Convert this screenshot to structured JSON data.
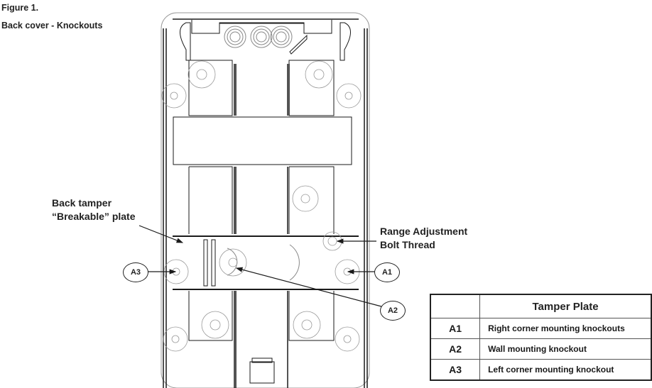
{
  "figure": {
    "number": "Figure 1.",
    "caption": "Back cover - Knockouts"
  },
  "annotations": {
    "back_tamper_line1": "Back tamper",
    "back_tamper_line2": "“Breakable” plate",
    "range_adjust_line1": "Range Adjustment",
    "range_adjust_line2": "Bolt Thread"
  },
  "callouts": {
    "a1": "A1",
    "a2": "A2",
    "a3": "A3"
  },
  "legend_table": {
    "header": "Tamper Plate",
    "rows": [
      {
        "code": "A1",
        "description": "Right corner mounting knockouts"
      },
      {
        "code": "A2",
        "description": "Wall mounting knockout"
      },
      {
        "code": "A3",
        "description": "Left corner mounting knockout"
      }
    ]
  },
  "colors": {
    "line": "#1a1a1a",
    "faint": "#8a8a8a",
    "background": "#ffffff"
  }
}
